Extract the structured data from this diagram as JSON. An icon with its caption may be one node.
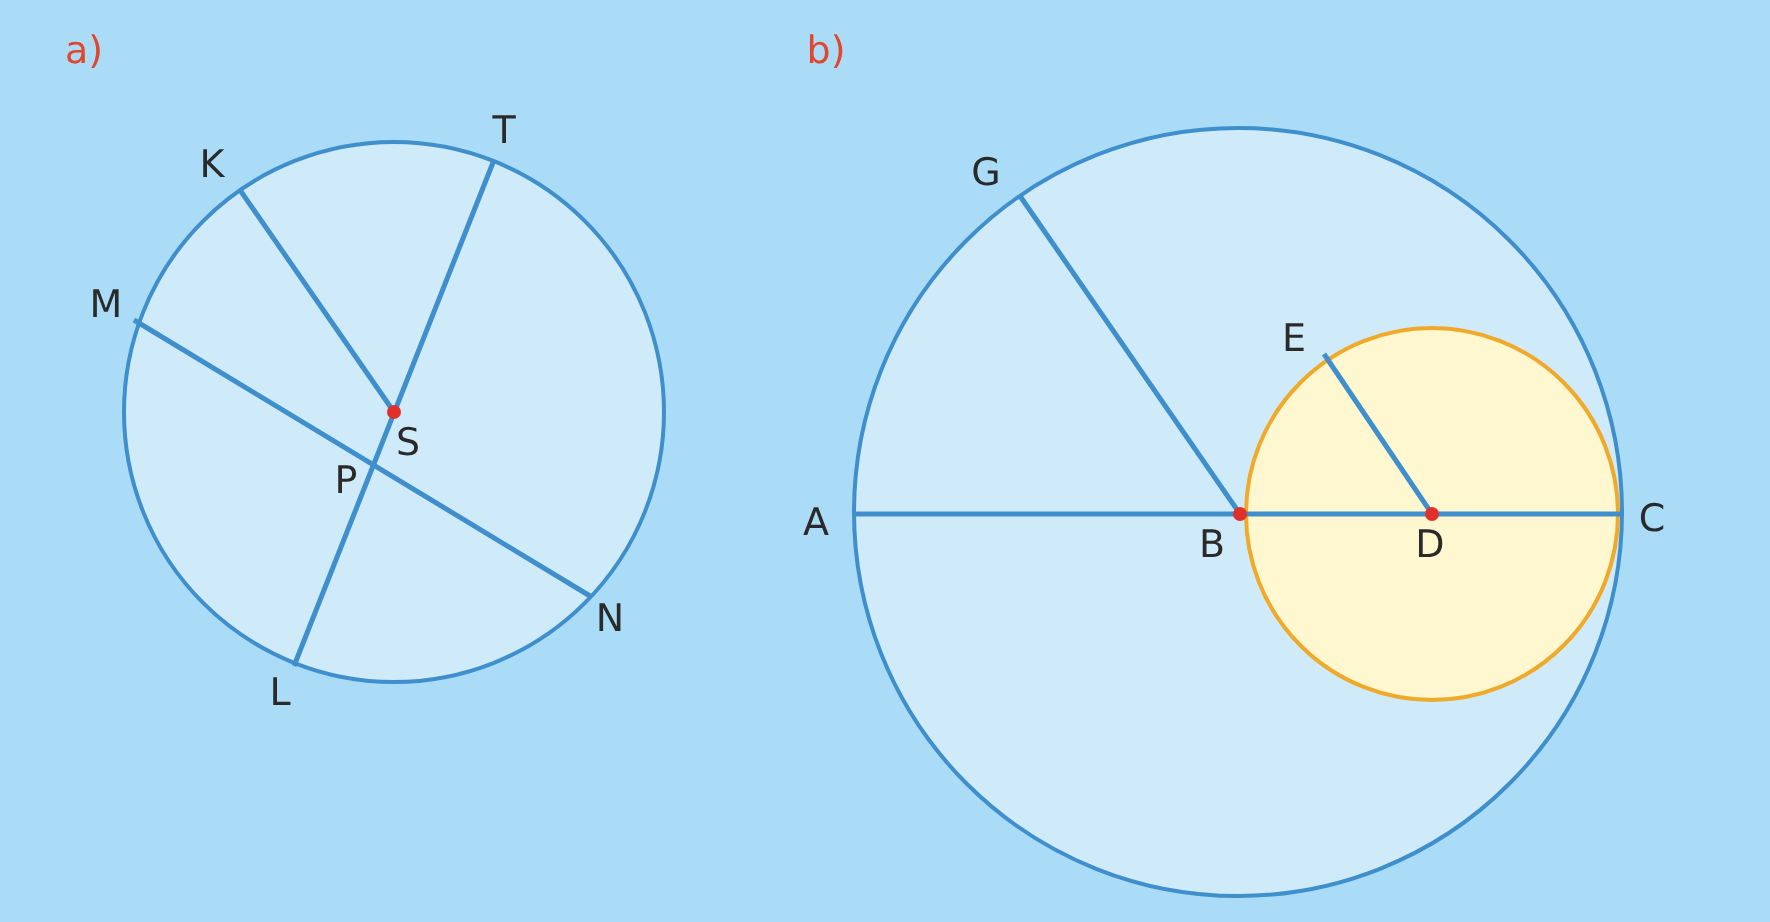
{
  "diagram": {
    "nodes": [
      {
        "text": [],
        "shape": "circle"
      },
      {
        "text": [],
        "shape": "circle"
      },
      {
        "text": [],
        "shape": "circle",
        "in": 1
      }
    ],
    "labels": [
      "a)",
      "b)",
      "K",
      "T",
      "M",
      "S",
      "P",
      "N",
      "L",
      "G",
      "E",
      "A",
      "B",
      "D",
      "C"
    ]
  }
}
